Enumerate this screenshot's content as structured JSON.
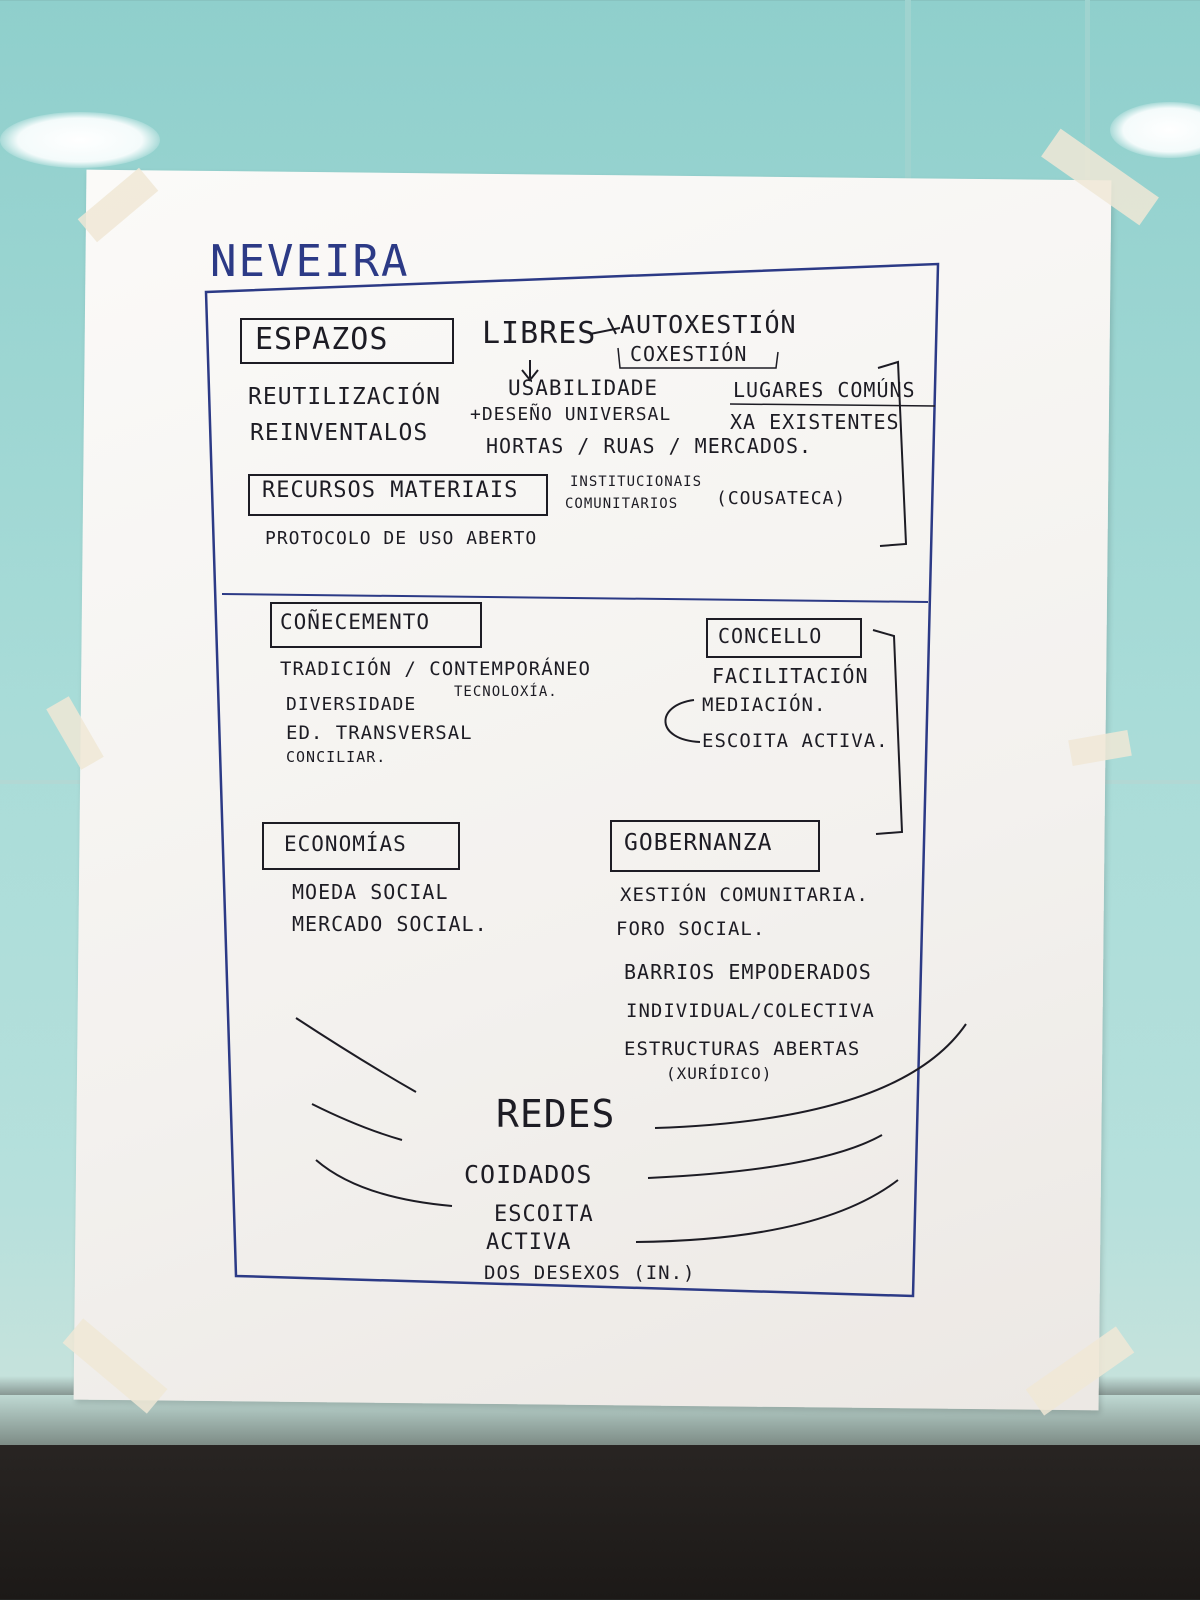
{
  "poster": {
    "title": "NEVEIRA",
    "espazos": {
      "label": "ESPAZOS",
      "libres": "LIBRES",
      "autoxestion": "AUTOXESTIÓN",
      "coxestion": "COXESTIÓN",
      "usabilidade": "USABILIDADE",
      "deseno": "+DESEÑO UNIVERSAL",
      "hortas": "HORTAS / RUAS / MERCADOS.",
      "reutilizacion": "REUTILIZACIÓN",
      "reinventalos": "REINVENTALOS",
      "lugares": "LUGARES COMÚNS",
      "existentes": "XA EXISTENTES"
    },
    "recursos": {
      "label": "RECURSOS MATERIAIS",
      "institucionais": "INSTITUCIONAIS",
      "comunitarios": "COMUNITARIOS",
      "cousateca": "(COUSATECA)",
      "protocolo": "PROTOCOLO DE USO ABERTO"
    },
    "conecemento": {
      "label": "COÑECEMENTO",
      "items": [
        "TRADICIÓN / CONTEMPORÁNEO",
        "TECNOLOXÍA.",
        "DIVERSIDADE",
        "ED. TRANSVERSAL",
        "CONCILIAR."
      ]
    },
    "concello": {
      "label": "CONCELLO",
      "items": [
        "FACILITACIÓN",
        "MEDIACIÓN.",
        "ESCOITA ACTIVA."
      ]
    },
    "economias": {
      "label": "ECONOMÍAS",
      "items": [
        "MOEDA SOCIAL",
        "MERCADO SOCIAL."
      ]
    },
    "gobernanza": {
      "label": "GOBERNANZA",
      "items": [
        "XESTIÓN COMUNITARIA.",
        "FORO SOCIAL.",
        "BARRIOS EMPODERADOS",
        "INDIVIDUAL/COLECTIVA",
        "ESTRUCTURAS ABERTAS",
        "(XURÍDICO)"
      ]
    },
    "redes": {
      "label": "REDES",
      "coidados": "COIDADOS",
      "escoita": "ESCOITA",
      "activa": "ACTIVA",
      "desexos": "DOS DESEXOS (IN.)"
    }
  },
  "colors": {
    "ink": "#1d1c24",
    "frame": "#2c3a86",
    "paper": "#f6f4f1",
    "wall": "#a9dcd8"
  }
}
